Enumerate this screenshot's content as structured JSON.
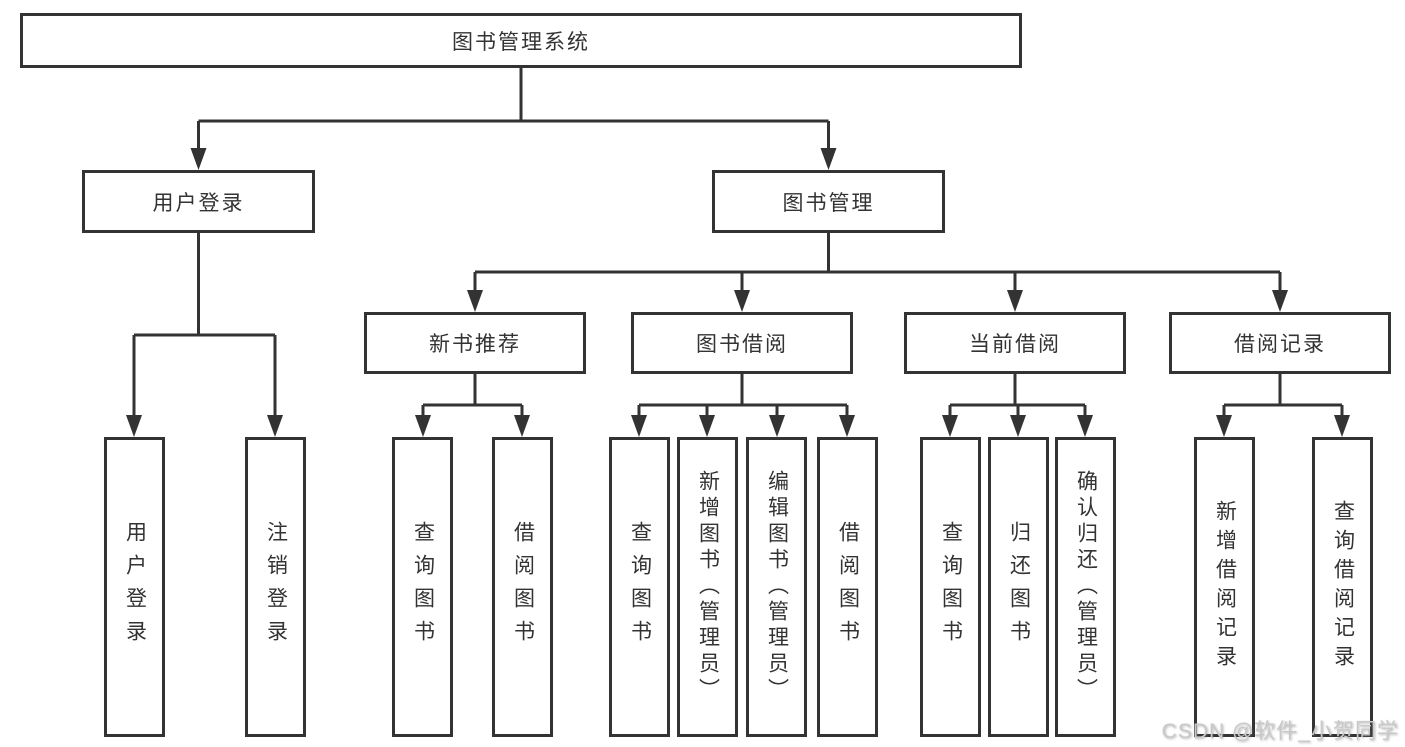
{
  "nodes": {
    "root": "图书管理系统",
    "level2": {
      "user_login": "用户登录",
      "book_management": "图书管理"
    },
    "level3": {
      "new_book_recommend": "新书推荐",
      "book_borrow": "图书借阅",
      "current_borrow": "当前借阅",
      "borrow_record": "借阅记录"
    },
    "leaves": {
      "user_login": [
        "用户登录",
        "注销登录"
      ],
      "new_book_recommend": [
        "查询图书",
        "借阅图书"
      ],
      "book_borrow": [
        "查询图书",
        "新增图书（管理员）",
        "编辑图书（管理员）",
        "借阅图书"
      ],
      "current_borrow": [
        "查询图书",
        "归还图书",
        "确认归还（管理员）"
      ],
      "borrow_record": [
        "新增借阅记录",
        "查询借阅记录"
      ]
    }
  },
  "watermark": "CSDN @软件_小贺同学",
  "colors": {
    "line": "#333333",
    "box_border": "#333333",
    "text": "#333333",
    "background": "#ffffff",
    "watermark": "#c9c9c9"
  }
}
